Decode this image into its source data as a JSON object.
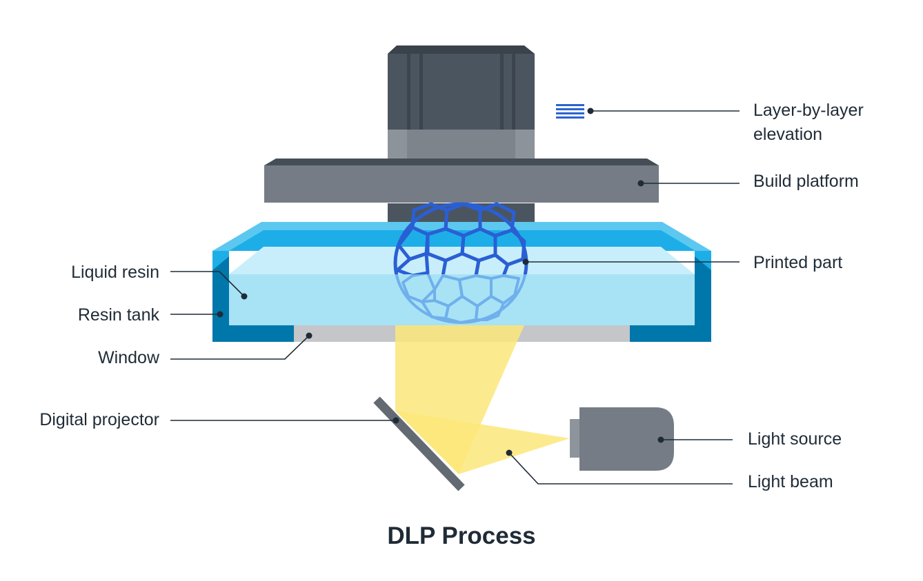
{
  "title": "DLP Process",
  "labels": {
    "layer_by_layer": "Layer-by-layer",
    "elevation": "elevation",
    "build_platform": "Build platform",
    "printed_part": "Printed part",
    "liquid_resin": "Liquid resin",
    "resin_tank": "Resin tank",
    "window": "Window",
    "digital_projector": "Digital projector",
    "light_source": "Light source",
    "light_beam": "Light beam"
  },
  "colors": {
    "motor": "#4b5560",
    "platform": "#757c85",
    "resin": "#a8e2f5",
    "tank_wall": "#0077aa",
    "tank_rim": "#2db6ea",
    "window": "#c4c6c9",
    "beam": "#fbe87a",
    "part": "#2a63d0",
    "text": "#1f2b36"
  }
}
